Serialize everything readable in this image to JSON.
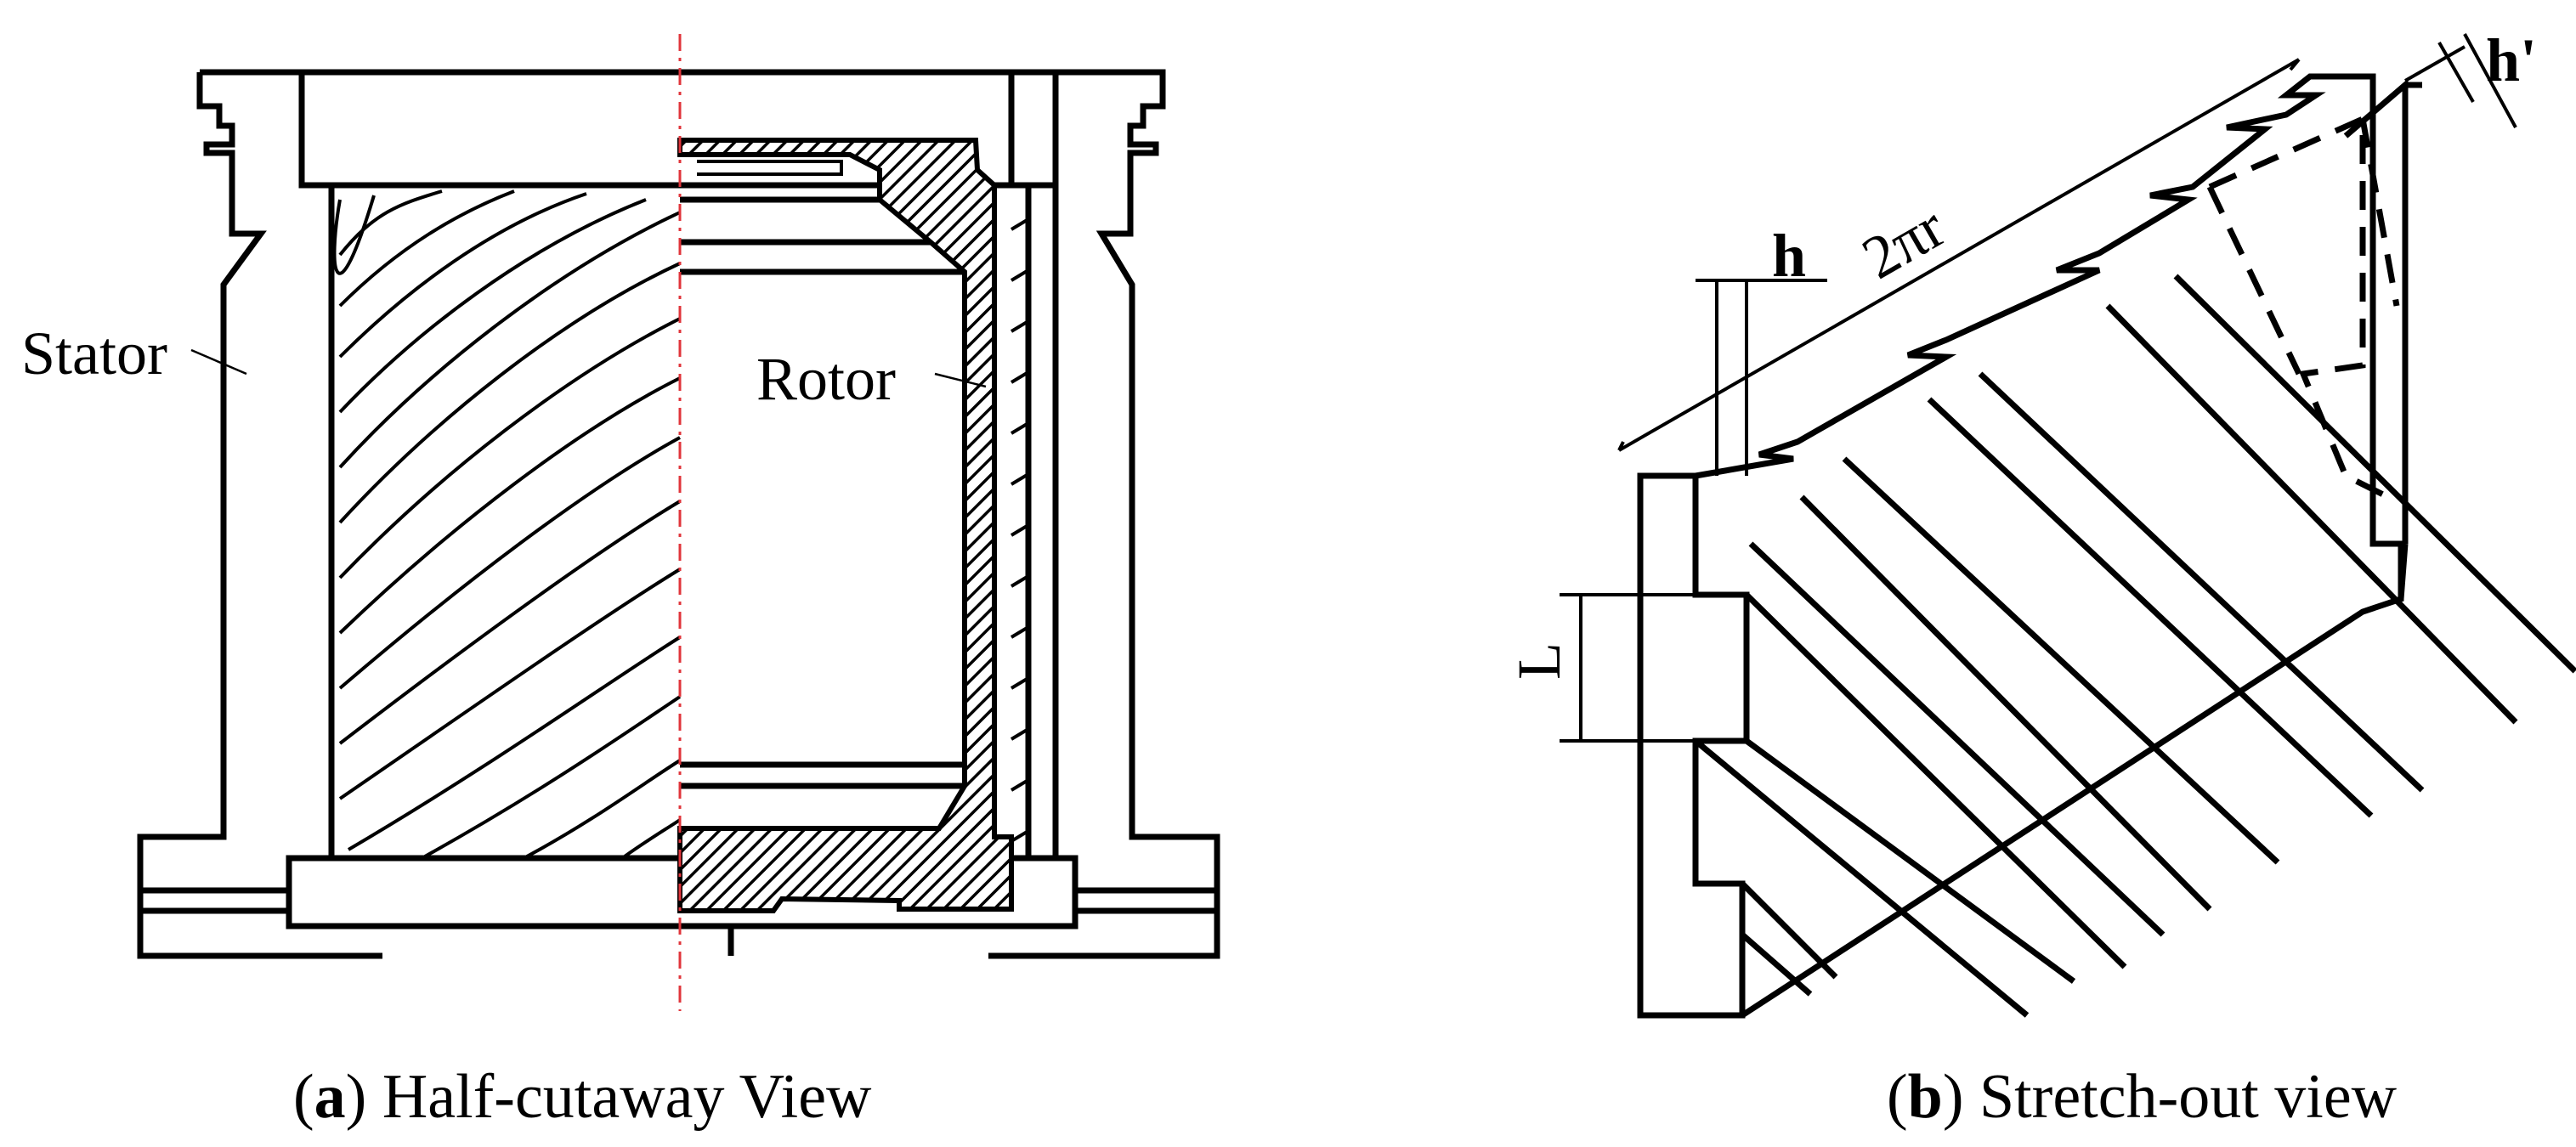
{
  "labels": {
    "stator": "Stator",
    "rotor": "Rotor",
    "h": "h",
    "two_pi_r": "2πr",
    "h_prime": "h'",
    "L": "L"
  },
  "captions": {
    "a_letter": "a",
    "a_text": " Half-cutaway View",
    "b_letter": "b",
    "b_text": " Stretch-out view"
  },
  "colors": {
    "line": "#000000",
    "axis": "#e0353b",
    "background": "#ffffff"
  }
}
